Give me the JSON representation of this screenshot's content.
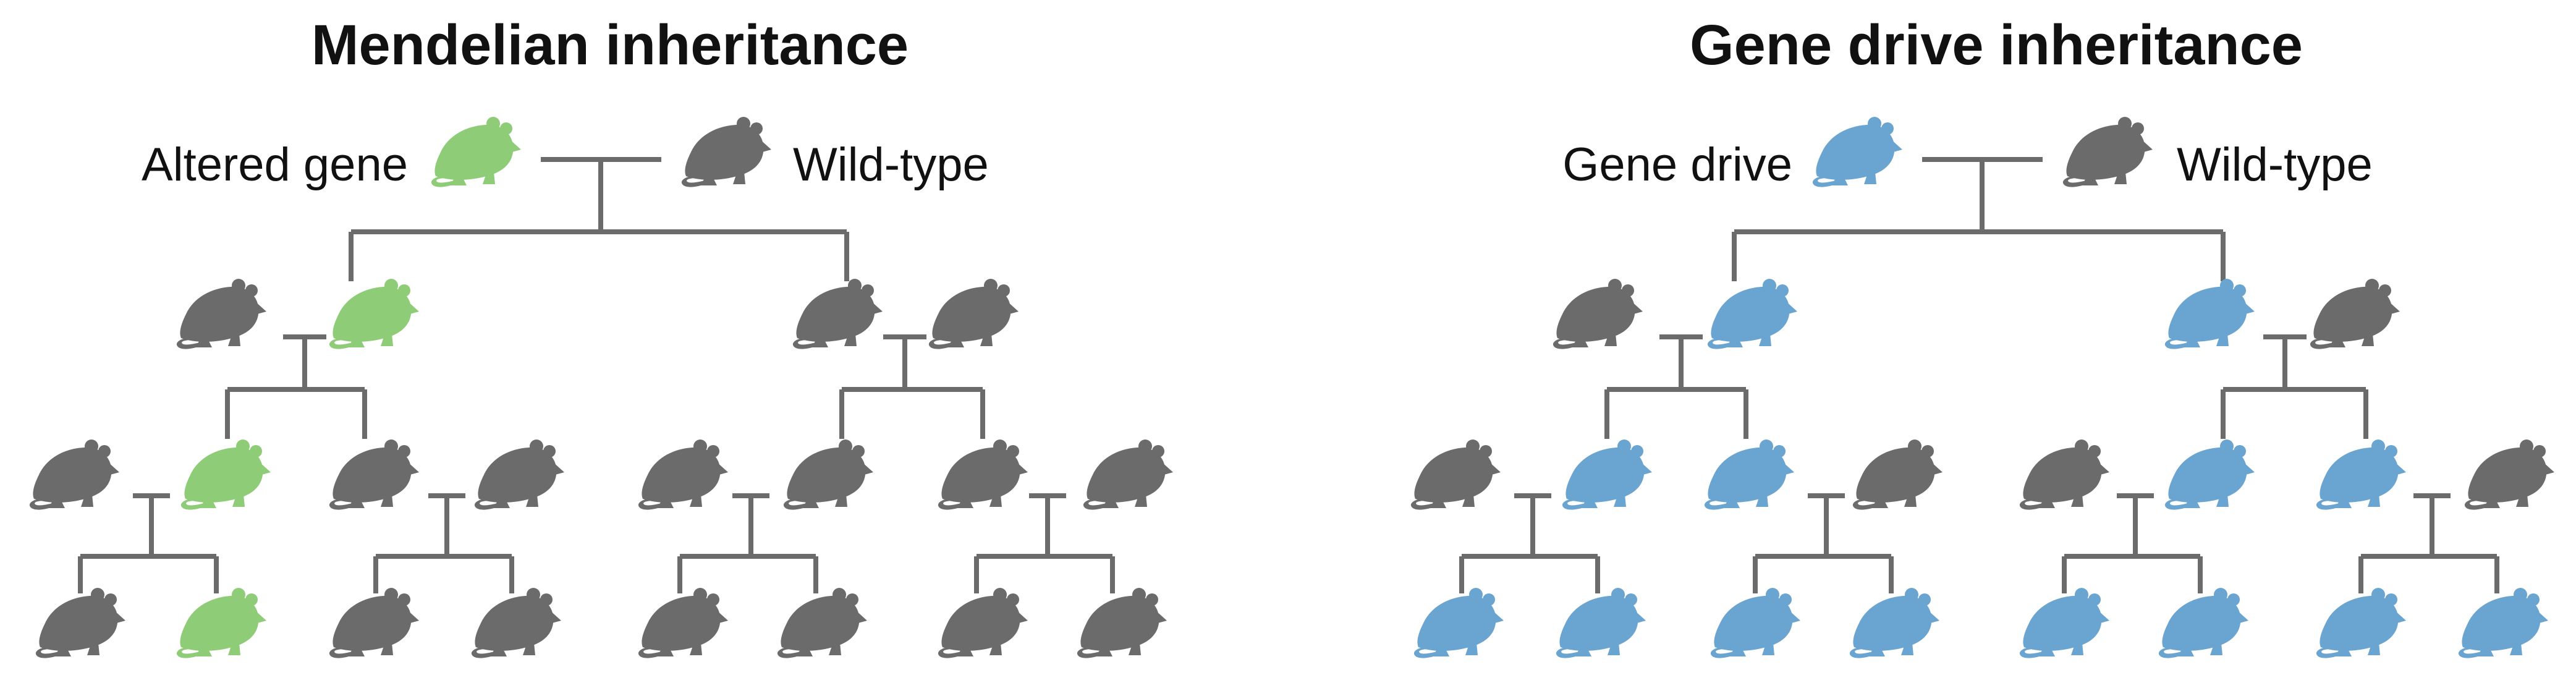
{
  "panels": [
    {
      "title": "Mendelian inheritance",
      "parent_left_label": "Altered gene",
      "parent_right_label": "Wild-type",
      "parent_left_trait": "altered",
      "gen1": [
        "wild",
        "altered",
        "wild",
        "wild"
      ],
      "gen2": [
        "wild",
        "altered",
        "wild",
        "wild",
        "wild",
        "wild",
        "wild",
        "wild"
      ],
      "gen3": [
        "wild",
        "altered",
        "wild",
        "wild",
        "wild",
        "wild",
        "wild",
        "wild"
      ]
    },
    {
      "title": "Gene drive inheritance",
      "parent_left_label": "Gene drive",
      "parent_right_label": "Wild-type",
      "parent_left_trait": "drive",
      "gen1": [
        "wild",
        "drive",
        "drive",
        "wild"
      ],
      "gen2": [
        "wild",
        "drive",
        "drive",
        "wild",
        "wild",
        "drive",
        "drive",
        "wild"
      ],
      "gen3": [
        "drive",
        "drive",
        "drive",
        "drive",
        "drive",
        "drive",
        "drive",
        "drive"
      ]
    }
  ],
  "colors": {
    "wild": "#6b6b6b",
    "altered": "#8fcc78",
    "drive": "#6aa4d0",
    "line": "#6b6b6b"
  },
  "icon": "mouse-icon"
}
